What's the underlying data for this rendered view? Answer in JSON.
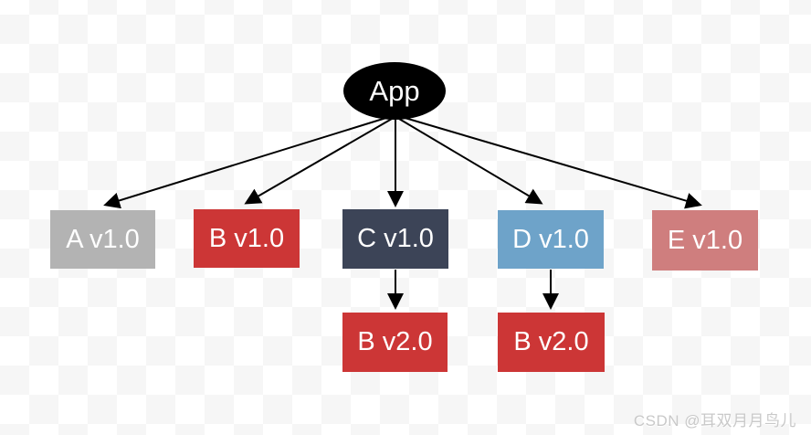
{
  "diagram": {
    "title_node": {
      "id": "app",
      "label": "App",
      "fill": "#000000",
      "text_color": "#ffffff",
      "shape": "ellipse"
    },
    "nodes": [
      {
        "id": "a1",
        "label": "A v1.0",
        "fill": "#b3b3b3",
        "text_color": "#ffffff"
      },
      {
        "id": "b1",
        "label": "B v1.0",
        "fill": "#cc3636",
        "text_color": "#ffffff"
      },
      {
        "id": "c1",
        "label": "C v1.0",
        "fill": "#3c4457",
        "text_color": "#ffffff"
      },
      {
        "id": "d1",
        "label": "D v1.0",
        "fill": "#6ea3c9",
        "text_color": "#ffffff"
      },
      {
        "id": "e1",
        "label": "E v1.0",
        "fill": "#cf7e7e",
        "text_color": "#ffffff"
      },
      {
        "id": "b2l",
        "label": "B v2.0",
        "fill": "#cc3636",
        "text_color": "#ffffff"
      },
      {
        "id": "b2r",
        "label": "B v2.0",
        "fill": "#cc3636",
        "text_color": "#ffffff"
      }
    ],
    "edges": [
      {
        "from": "App",
        "to": "A v1.0"
      },
      {
        "from": "App",
        "to": "B v1.0"
      },
      {
        "from": "App",
        "to": "C v1.0"
      },
      {
        "from": "App",
        "to": "D v1.0"
      },
      {
        "from": "App",
        "to": "E v1.0"
      },
      {
        "from": "C v1.0",
        "to": "B v2.0"
      },
      {
        "from": "D v1.0",
        "to": "B v2.0"
      }
    ],
    "edge_color": "#000000",
    "background": {
      "checker_light": "#ffffff",
      "checker_dark": "#f6f6f6"
    }
  },
  "watermark": {
    "text": "CSDN @耳双月月鸟儿",
    "color": "#c9c9c9"
  }
}
